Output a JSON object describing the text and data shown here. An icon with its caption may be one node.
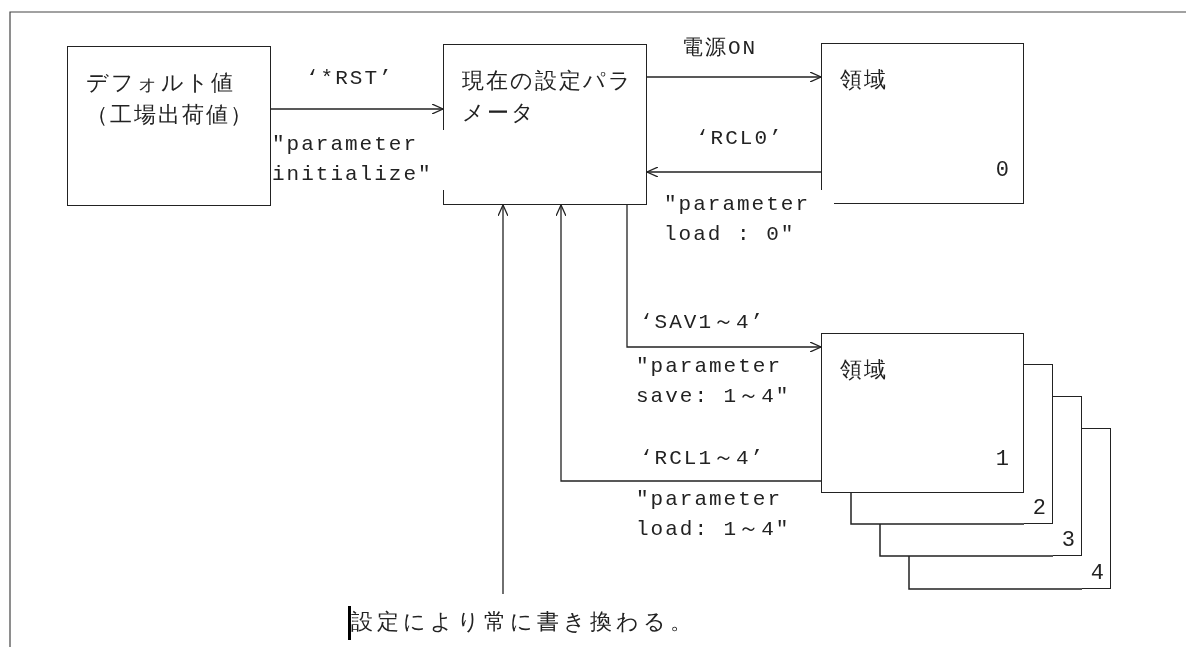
{
  "diagram": {
    "nodes": [
      {
        "text": [
          "デフォルト値（工場出荷値）"
        ]
      },
      {
        "text": [
          "現在の設定パラメータ"
        ]
      },
      {
        "text": [
          "領域",
          "0"
        ]
      },
      {
        "text": [
          "領域",
          "1"
        ]
      },
      {
        "text": [
          "2"
        ]
      },
      {
        "text": [
          "3"
        ]
      },
      {
        "text": [
          "4"
        ]
      },
      {
        "text": [
          "設定により常に書き換わる。"
        ]
      }
    ],
    "edges": [
      {
        "from": 0,
        "to": 1,
        "arrow": "to",
        "label": "‘*RST’"
      },
      {
        "from": 1,
        "to": 2,
        "arrow": "to",
        "label": "電源ON"
      },
      {
        "from": 2,
        "to": 1,
        "arrow": "to",
        "label": "‘RCL0’"
      },
      {
        "from": 1,
        "to": 3,
        "arrow": "to",
        "label": "‘SAV1～4’"
      },
      {
        "from": 3,
        "to": 1,
        "arrow": "to",
        "label": "‘RCL1～4’"
      },
      {
        "from": 7,
        "to": 1,
        "arrow": "to"
      }
    ],
    "labels": [
      "\"parameter initialize\"",
      "\"parameter load : 0\"",
      "\"parameter save: 1～4\"",
      "\"parameter load: 1～4\""
    ]
  }
}
